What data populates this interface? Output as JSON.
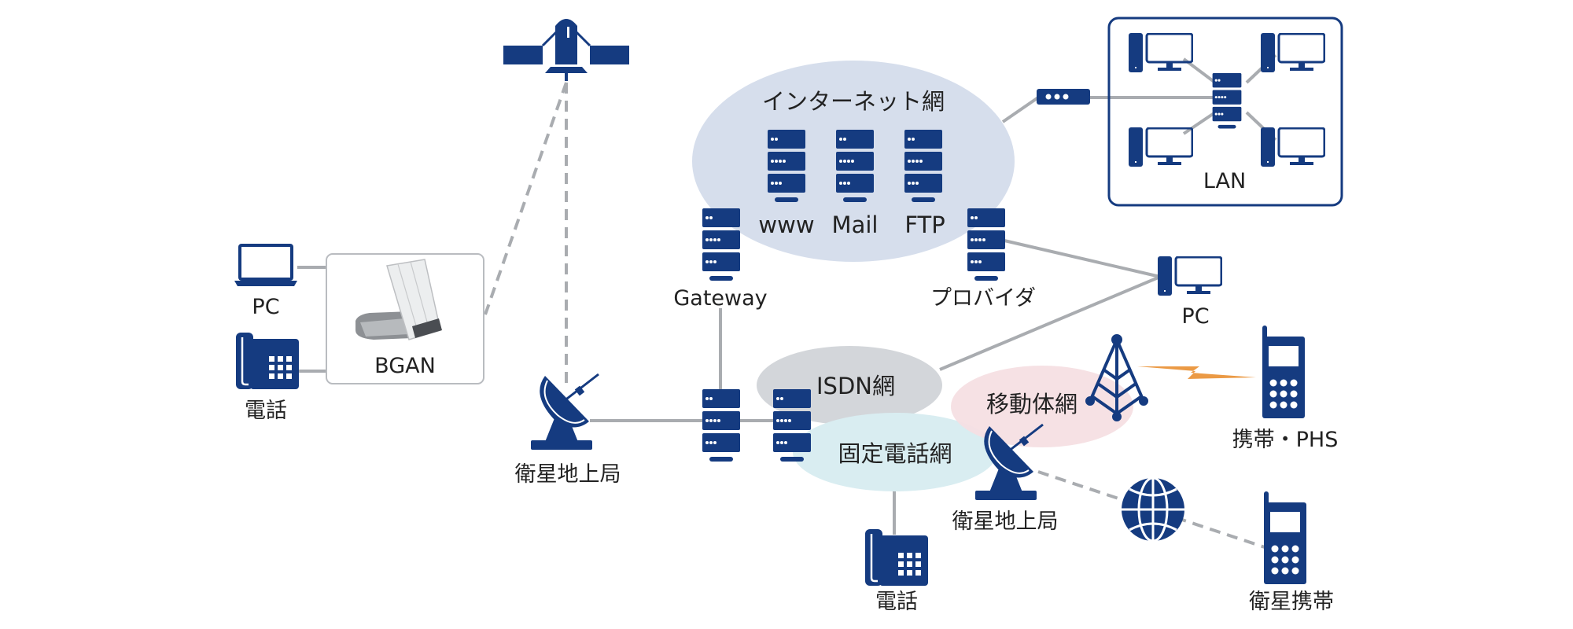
{
  "title": "衛星通信ネットワーク構成図",
  "colors": {
    "icon": "#153b80",
    "line": "#a9acb0",
    "internet_cloud": "#d6deec",
    "isdn_cloud": "#d3d6da",
    "fixed_cloud": "#d9edf1",
    "mobile_cloud": "#f6dfe3",
    "wireless_bolt": "#eb9a45",
    "bgan_border": "#b9bcc0"
  },
  "networks": {
    "internet": "インターネット網",
    "isdn": "ISDN網",
    "fixed": "固定電話網",
    "mobile": "移動体網",
    "lan": "LAN"
  },
  "servers": {
    "www": "www",
    "mail": "Mail",
    "ftp": "FTP",
    "gateway": "Gateway",
    "provider": "プロバイダ"
  },
  "devices": {
    "bgan": "BGAN",
    "pc_left": "PC",
    "phone_left": "電話",
    "ground_station_left": "衛星地上局",
    "pc_right": "PC",
    "mobile_phs": "携帯・PHS",
    "ground_station_right": "衛星地上局",
    "phone_bottom": "電話",
    "sat_phone": "衛星携帯"
  }
}
